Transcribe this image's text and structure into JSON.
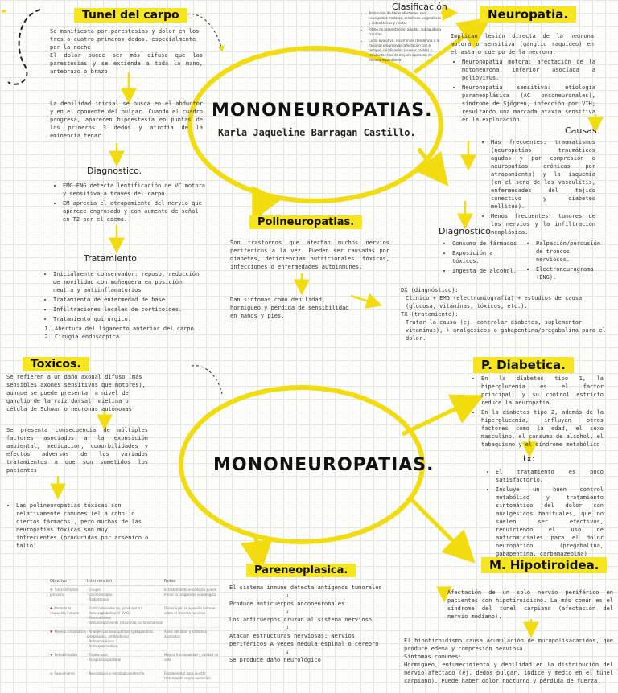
{
  "top": {
    "tunel": {
      "title": "Tunel del carpo",
      "p1": "Se manifiesta por parestesias y dolor en los tres o cuatro primeros dedos, especialmente por la noche",
      "p2": "El dolor puede ser más difuso que las parestesias y se extiende a toda la mano, antebrazo o brazo.",
      "p3": "La debilidad inicial se busca en el abductor y en el oponente del pulgar. Cuando el cuadro progresa, aparecen hipoestesia en puntas de los primeros 3 dedos y atrofia de la eminencia tenar",
      "diag_title": "Diagnostico.",
      "diag_items": [
        "EMG-ENG detecta lentificación de VC motora y sensitiva a través del carpo.",
        "EM aprecia el atrapamiento del nervio que aparece engrosado y con aumento de señal en T2 por el edema."
      ],
      "trat_title": "Tratamiento",
      "trat_items": [
        "Inicialmente conservador: reposo, reducción de movilidad con muñequera en posición neutra y antiinflamatorios",
        "Tratamiento de enfermedad de base",
        "Infiltraciones locales de corticoides.",
        "Tratamiento quirúrgico:"
      ],
      "quir_items": [
        "Abertura del ligamento anterior del carpo .",
        "Cirugía endoscópica"
      ]
    },
    "center_title": "MONONEUROPATIAS.",
    "author": "Karla Jaqueline Barragan Castillo.",
    "clasificacion": {
      "title": "Clasificación",
      "items": [
        "Traducción de fibras afectadas: son neuropatías motoras, sensitivas, vegetativas y autonómicas y mixtas",
        "Ritmo de presentación: agudas, subagudas y crónicas",
        "Curso evolutivo: recurrentes (tendencia a la mejoría) progresivas (afectación con el tiempo), recidivantes (nuevos brotes) y remitentes (los de mejoría aparecen de manera espontánea)"
      ]
    },
    "neuropatia": {
      "title": "Neuropatia.",
      "intro": "Implican lesión directa de la neurona motora o sensitiva (ganglio raquídeo) en el asta o cuerpo de la neurona.",
      "items": [
        "Neuronopatía motora: afectación de la motoneurona inferior asociada a poliovirus.",
        "Neuronopatía sensitiva: etiología paraneoplásica (AC onconeuronales), síndrome de Sjögren, infección por VIH; resultando una marcada ataxia sensitiva en la exploración"
      ],
      "causas_title": "Causas",
      "causas_items": [
        "Más frecuentes: traumatismos (neuropatías traumáticas agudas y por compresión o neuropatías crónicas por atrapamiento) y la isquemia (en el seno de las vasculitis, enfermedades del tejido conectivo y diabetes mellitus).",
        "Menos frecuentes: tumores de los nervios y la infiltración neoplásica."
      ],
      "diag_title": "Diagnostico.",
      "diag_left": [
        "Consumo de fármacos",
        "Exposición a tóxicos.",
        "Ingesta de alcohol."
      ],
      "diag_right": [
        "Palpación/percusión de troncos nerviosos.",
        "Electroneurograma (ENG)."
      ]
    },
    "poli": {
      "title": "Polineuropatias.",
      "p1": "Son trastornos que afectan muchos nervios periféricos a la vez. Pueden ser causadas por diabetes, deficiencias nutricionales, tóxicos, infecciones o enfermedades autoinmunes.",
      "p2": "Dan síntomas como debilidad, hormigueo y pérdida de sensibilidad en manos y pies.",
      "dx": "DX (diagnóstico):",
      "dx_text": "Clínico + EMG (electromiografía) + estudios de causa (glucosa, vitaminas, tóxicos, etc.).",
      "tx": "TX (tratamiento):",
      "tx_text": "Tratar la causa (ej. controlar diabetes, suplementar vitaminas), + analgésicos o gabapentina/pregabalina para el dolor."
    }
  },
  "bottom": {
    "toxicos": {
      "title": "Toxicos.",
      "p1": "Se refieren a un daño axonal difuso (más sensibles axones sensitivos que motores), aunque se puede presentar a nivel de ganglio de la raíz dorsal, mielina o célula de Schwan o neuronas autónomas",
      "p2": "Se presenta consecuencia de múltiples factores asociados a la exposición ambiental, medicación, comorbilidades y efectos adversos de los variados tratamientos a que son sometidos los pacientes",
      "p3": "Las polineuropatías tóxicas son relativamente comunes (el alcohol o ciertos fármacos), pero muchas de las neuropatías tóxicas son muy infrecuentes (producidas por arsénico o talio)"
    },
    "center_title": "MONONEUROPATIAS.",
    "diabetica": {
      "title": "P. Diabetica.",
      "items": [
        "En la diabetes tipo 1, la hiperglucemia es el factor principal, y su control estricto reduce la neuropatía.",
        "En la diabetes tipo 2, además de la hiperglucemia, influyen otros factores como la edad, el sexo masculino, el consumo de alcohol, el tabaquismo y el síndrome metabólico"
      ],
      "tx_title": "tx:",
      "tx_items": [
        "El tratamiento es poco satisfactorio.",
        "Incluye un buen control metabólico y tratamiento sintomático del dolor con analgésicos habituales, que no suelen ser efectivos, requiriendo el uso de anticomiciales para el dolor neuropático (pregabalina, gabapentina, carbamazepina)"
      ]
    },
    "pareneo": {
      "title": "Pareneoplasica.",
      "steps": [
        "El sistema inmune detecta antígenos tumorales",
        "Produce anticuerpos onconeuronales",
        "Los anticuerpos cruzan al sistema nervioso",
        "Atacan estructuras nerviosas: Nervios periféricos A veces médula espinal o cerebro",
        "Se produce daño neurológico"
      ],
      "arrow": "↓"
    },
    "hipotiroidea": {
      "title": "M. Hipotiroidea.",
      "p1": "Afectación de un solo nervio periférico en pacientes con hipotiroidismo. La más común es el síndrome del túnel carpiano (afectación del nervio mediano).",
      "p2": "El hipotiroidismo causa acumulación de mucopolisacáridos, que produce edema y compresión nerviosa.",
      "sint_title": "Síntomas comunes:",
      "p3": "Hormigueo, entumecimiento y debilidad en la distribución del nervio afectado (ej. dedos pulgar, índice y medio en el túnel carpiano). Puede haber dolor nocturno y pérdida de fuerza."
    },
    "table": {
      "headers": [
        "Objetivo",
        "Intervención",
        "Notas"
      ],
      "rows": [
        {
          "icon": "⚙",
          "obj": "Tratar el tumor primario",
          "int": "· Cirugía\n· Quimioterapia\n· Radioterapia",
          "notas": "El tratamiento oncológico puede frenar la progresión neurológica"
        },
        {
          "icon": "✚",
          "obj": "Modular la respuesta inmune",
          "int": "· Corticosteroides (ej. prednisona)\n· Inmunoglobulina IV (IVIG)\n· Plasmaféresis\n· Inmunosupresores (rituximab, ciclofosfamida)",
          "notas": "Disminuyen la agresión inmune sobre el sistema nervioso"
        },
        {
          "icon": "♥",
          "obj": "Manejo sintomático",
          "int": "· Analgésicos neuropáticos (gabapentina, pregabalina, amitriptilina)\n· Anticonvulsivos\n· Antiespasmódicos",
          "notas": "Alivio del dolor y síntomas asociados"
        },
        {
          "icon": "★",
          "obj": "Rehabilitación",
          "int": "· Fisioterapia\n· Terapia ocupacional",
          "notas": "Mejora funcionalidad y calidad de vida"
        },
        {
          "icon": "◎",
          "obj": "Seguimiento",
          "int": "· Neurológico y oncológico estrecho",
          "notas": "Fundamental para ajustar tratamiento según evolución"
        }
      ]
    }
  }
}
